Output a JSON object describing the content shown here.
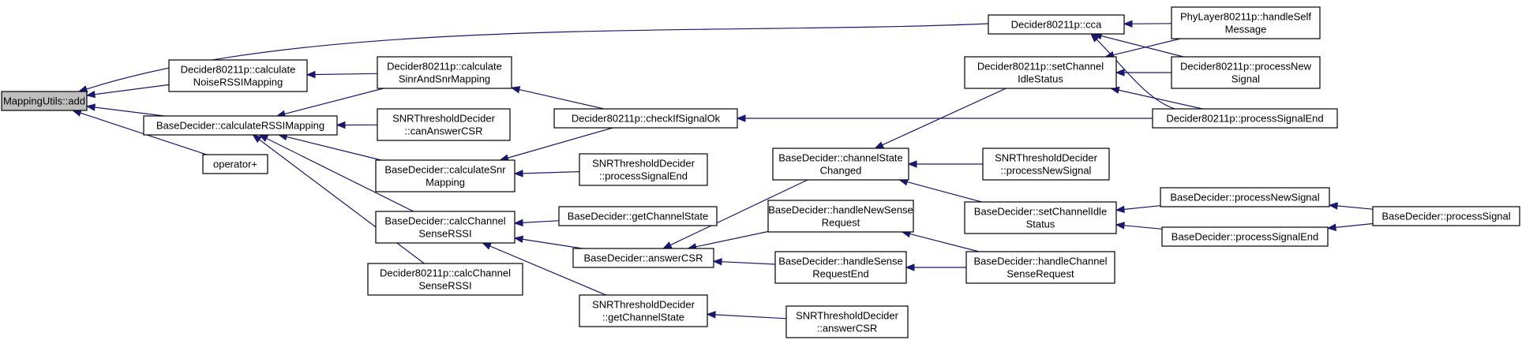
{
  "diagram": {
    "kind": "doxygen-caller-graph",
    "colors": {
      "edge": "#191970",
      "node_border": "#000000",
      "highlighted_node_fill": "#bfbfbf",
      "background": "#ffffff"
    },
    "nodes": [
      {
        "id": "n0",
        "lines": [
          "MappingUtils::add"
        ],
        "highlighted": true
      },
      {
        "id": "n1",
        "lines": [
          "Decider80211p::calculate",
          "NoiseRSSIMapping"
        ]
      },
      {
        "id": "n2",
        "lines": [
          "BaseDecider::calculateRSSIMapping"
        ]
      },
      {
        "id": "n3",
        "lines": [
          "operator+"
        ]
      },
      {
        "id": "n4",
        "lines": [
          "Decider80211p::cca"
        ]
      },
      {
        "id": "n5",
        "lines": [
          "Decider80211p::calculate",
          "SinrAndSnrMapping"
        ]
      },
      {
        "id": "n6",
        "lines": [
          "SNRThresholdDecider",
          "::canAnswerCSR"
        ]
      },
      {
        "id": "n7",
        "lines": [
          "BaseDecider::calculateSnr",
          "Mapping"
        ]
      },
      {
        "id": "n8",
        "lines": [
          "BaseDecider::calcChannel",
          "SenseRSSI"
        ]
      },
      {
        "id": "n9",
        "lines": [
          "Decider80211p::calcChannel",
          "SenseRSSI"
        ]
      },
      {
        "id": "n10",
        "lines": [
          "Decider80211p::checkIfSignalOk"
        ]
      },
      {
        "id": "n11",
        "lines": [
          "SNRThresholdDecider",
          "::processSignalEnd"
        ]
      },
      {
        "id": "n12",
        "lines": [
          "BaseDecider::getChannelState"
        ]
      },
      {
        "id": "n13",
        "lines": [
          "BaseDecider::answerCSR"
        ]
      },
      {
        "id": "n14",
        "lines": [
          "SNRThresholdDecider",
          "::getChannelState"
        ]
      },
      {
        "id": "n15",
        "lines": [
          "Decider80211p::setChannel",
          "IdleStatus"
        ]
      },
      {
        "id": "n16",
        "lines": [
          "BaseDecider::channelState",
          "Changed"
        ]
      },
      {
        "id": "n17",
        "lines": [
          "BaseDecider::handleNewSense",
          "Request"
        ]
      },
      {
        "id": "n18",
        "lines": [
          "BaseDecider::handleSense",
          "RequestEnd"
        ]
      },
      {
        "id": "n19",
        "lines": [
          "SNRThresholdDecider",
          "::answerCSR"
        ]
      },
      {
        "id": "n20",
        "lines": [
          "SNRThresholdDecider",
          "::processNewSignal"
        ]
      },
      {
        "id": "n21",
        "lines": [
          "BaseDecider::setChannelIdle",
          "Status"
        ]
      },
      {
        "id": "n22",
        "lines": [
          "BaseDecider::handleChannel",
          "SenseRequest"
        ]
      },
      {
        "id": "n23",
        "lines": [
          "PhyLayer80211p::handleSelf",
          "Message"
        ]
      },
      {
        "id": "n24",
        "lines": [
          "Decider80211p::processNew",
          "Signal"
        ]
      },
      {
        "id": "n25",
        "lines": [
          "Decider80211p::processSignalEnd"
        ]
      },
      {
        "id": "n26",
        "lines": [
          "BaseDecider::processNewSignal"
        ]
      },
      {
        "id": "n27",
        "lines": [
          "BaseDecider::processSignalEnd"
        ]
      },
      {
        "id": "n28",
        "lines": [
          "BaseDecider::processSignal"
        ]
      }
    ],
    "edges": [
      {
        "from": "n1",
        "to": "n0"
      },
      {
        "from": "n2",
        "to": "n0"
      },
      {
        "from": "n3",
        "to": "n0"
      },
      {
        "from": "n4",
        "to": "n0"
      },
      {
        "from": "n5",
        "to": "n1"
      },
      {
        "from": "n5",
        "to": "n2"
      },
      {
        "from": "n6",
        "to": "n2"
      },
      {
        "from": "n7",
        "to": "n2"
      },
      {
        "from": "n8",
        "to": "n2"
      },
      {
        "from": "n9",
        "to": "n2"
      },
      {
        "from": "n10",
        "to": "n5"
      },
      {
        "from": "n10",
        "to": "n7"
      },
      {
        "from": "n11",
        "to": "n7"
      },
      {
        "from": "n12",
        "to": "n8"
      },
      {
        "from": "n13",
        "to": "n8"
      },
      {
        "from": "n14",
        "to": "n8"
      },
      {
        "from": "n15",
        "to": "n16"
      },
      {
        "from": "n16",
        "to": "n13"
      },
      {
        "from": "n17",
        "to": "n13"
      },
      {
        "from": "n18",
        "to": "n13"
      },
      {
        "from": "n19",
        "to": "n14"
      },
      {
        "from": "n20",
        "to": "n16"
      },
      {
        "from": "n21",
        "to": "n16"
      },
      {
        "from": "n22",
        "to": "n17"
      },
      {
        "from": "n22",
        "to": "n18"
      },
      {
        "from": "n23",
        "to": "n4"
      },
      {
        "from": "n24",
        "to": "n4"
      },
      {
        "from": "n25",
        "to": "n4"
      },
      {
        "from": "n23",
        "to": "n15"
      },
      {
        "from": "n24",
        "to": "n15"
      },
      {
        "from": "n25",
        "to": "n15"
      },
      {
        "from": "n25",
        "to": "n10"
      },
      {
        "from": "n26",
        "to": "n21"
      },
      {
        "from": "n27",
        "to": "n21"
      },
      {
        "from": "n28",
        "to": "n26"
      },
      {
        "from": "n28",
        "to": "n27"
      }
    ]
  }
}
